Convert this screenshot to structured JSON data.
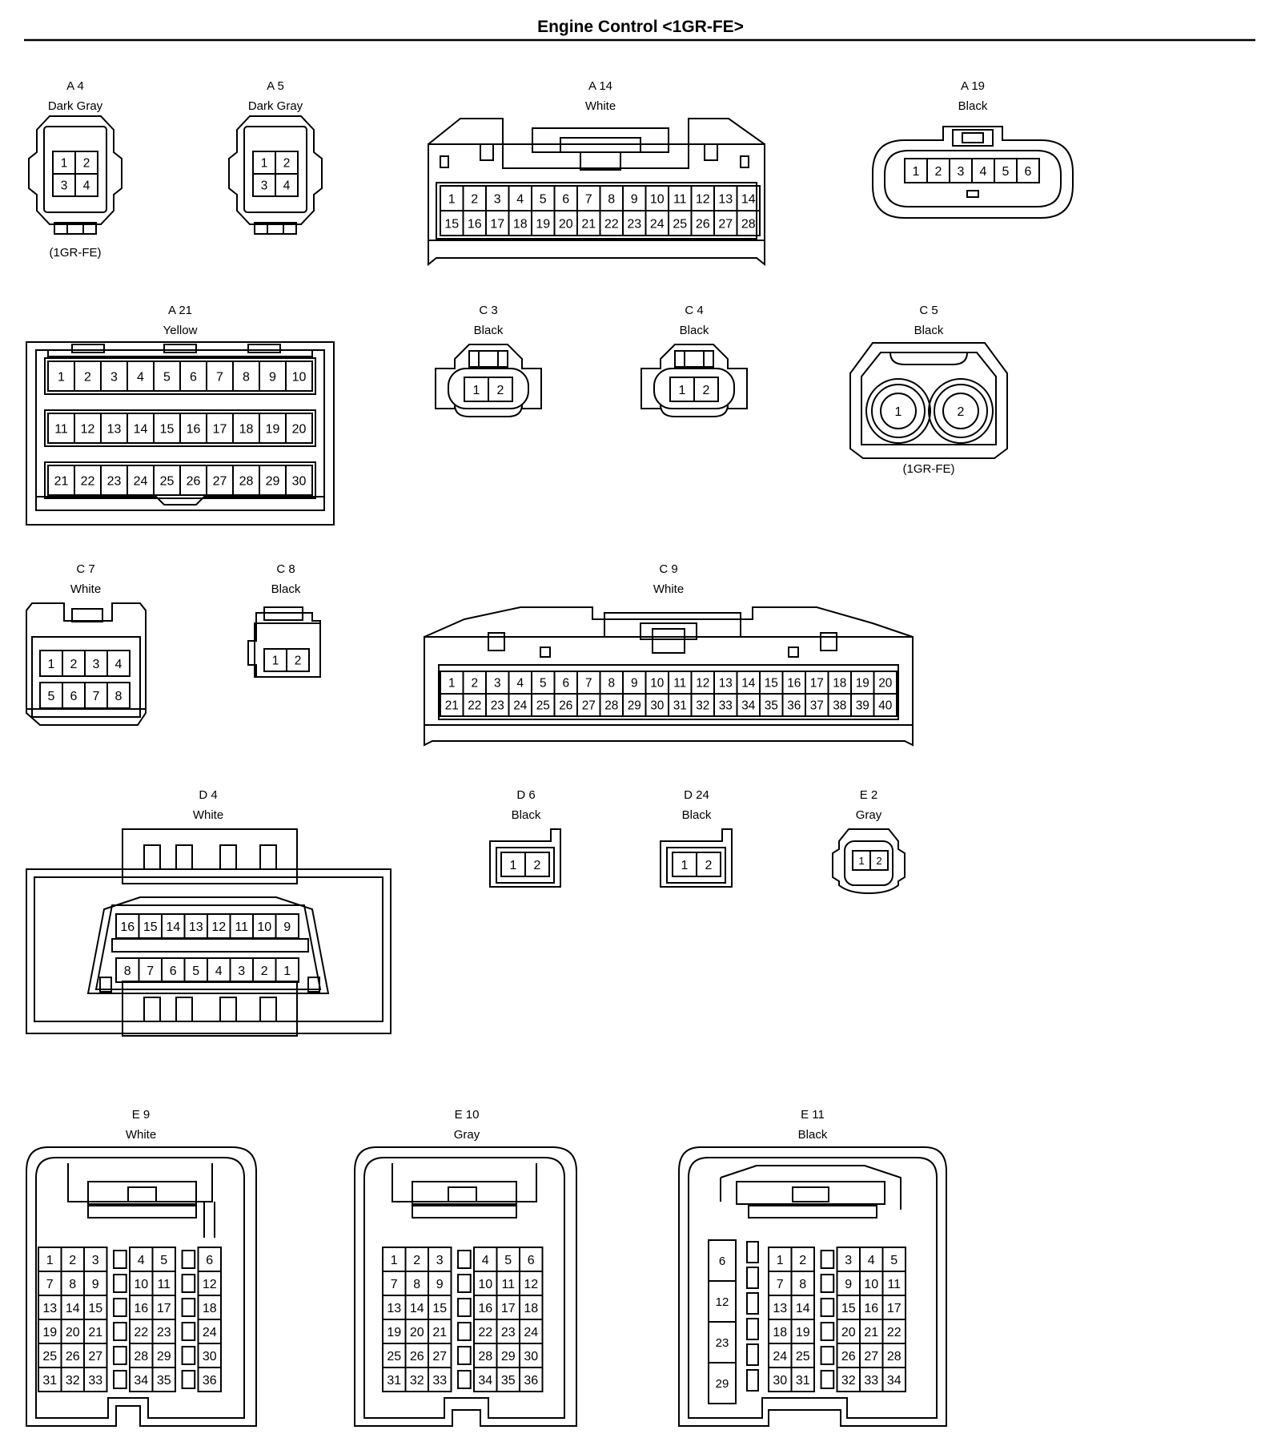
{
  "title": "Engine Control <1GR-FE>",
  "connectors": {
    "A4": {
      "code": "A 4",
      "color": "Dark Gray",
      "note": "(1GR-FE)",
      "pins": [
        "1",
        "2",
        "3",
        "4"
      ]
    },
    "A5": {
      "code": "A 5",
      "color": "Dark Gray",
      "pins": [
        "1",
        "2",
        "3",
        "4"
      ]
    },
    "A14": {
      "code": "A 14",
      "color": "White",
      "rows": [
        [
          "1",
          "2",
          "3",
          "4",
          "5",
          "6",
          "7",
          "8",
          "9",
          "10",
          "11",
          "12",
          "13",
          "14"
        ],
        [
          "15",
          "16",
          "17",
          "18",
          "19",
          "20",
          "21",
          "22",
          "23",
          "24",
          "25",
          "26",
          "27",
          "28"
        ]
      ]
    },
    "A19": {
      "code": "A 19",
      "color": "Black",
      "pins": [
        "1",
        "2",
        "3",
        "4",
        "5",
        "6"
      ]
    },
    "A21": {
      "code": "A 21",
      "color": "Yellow",
      "rows": [
        [
          "1",
          "2",
          "3",
          "4",
          "5",
          "6",
          "7",
          "8",
          "9",
          "10"
        ],
        [
          "11",
          "12",
          "13",
          "14",
          "15",
          "16",
          "17",
          "18",
          "19",
          "20"
        ],
        [
          "21",
          "22",
          "23",
          "24",
          "25",
          "26",
          "27",
          "28",
          "29",
          "30"
        ]
      ]
    },
    "C3": {
      "code": "C 3",
      "color": "Black",
      "pins": [
        "1",
        "2"
      ]
    },
    "C4": {
      "code": "C 4",
      "color": "Black",
      "pins": [
        "1",
        "2"
      ]
    },
    "C5": {
      "code": "C 5",
      "color": "Black",
      "note": "(1GR-FE)",
      "pins": [
        "1",
        "2"
      ]
    },
    "C7": {
      "code": "C 7",
      "color": "White",
      "rows": [
        [
          "1",
          "2",
          "3",
          "4"
        ],
        [
          "5",
          "6",
          "7",
          "8"
        ]
      ]
    },
    "C8": {
      "code": "C 8",
      "color": "Black",
      "pins": [
        "1",
        "2"
      ]
    },
    "C9": {
      "code": "C 9",
      "color": "White",
      "rows": [
        [
          "1",
          "2",
          "3",
          "4",
          "5",
          "6",
          "7",
          "8",
          "9",
          "10",
          "11",
          "12",
          "13",
          "14",
          "15",
          "16",
          "17",
          "18",
          "19",
          "20"
        ],
        [
          "21",
          "22",
          "23",
          "24",
          "25",
          "26",
          "27",
          "28",
          "29",
          "30",
          "31",
          "32",
          "33",
          "34",
          "35",
          "36",
          "37",
          "38",
          "39",
          "40"
        ]
      ]
    },
    "D4": {
      "code": "D 4",
      "color": "White",
      "rows": [
        [
          "16",
          "15",
          "14",
          "13",
          "12",
          "11",
          "10",
          "9"
        ],
        [
          "8",
          "7",
          "6",
          "5",
          "4",
          "3",
          "2",
          "1"
        ]
      ]
    },
    "D6": {
      "code": "D 6",
      "color": "Black",
      "pins": [
        "1",
        "2"
      ]
    },
    "D24": {
      "code": "D 24",
      "color": "Black",
      "pins": [
        "1",
        "2"
      ]
    },
    "E2": {
      "code": "E 2",
      "color": "Gray",
      "pins": [
        "1",
        "2"
      ]
    },
    "E9": {
      "code": "E 9",
      "color": "White",
      "rows": [
        [
          "1",
          "2",
          "3",
          "",
          "4",
          "5",
          "",
          "6"
        ],
        [
          "7",
          "8",
          "9",
          "",
          "10",
          "11",
          "",
          "12"
        ],
        [
          "13",
          "14",
          "15",
          "",
          "16",
          "17",
          "",
          "18"
        ],
        [
          "19",
          "20",
          "21",
          "",
          "22",
          "23",
          "",
          "24"
        ],
        [
          "25",
          "26",
          "27",
          "",
          "28",
          "29",
          "",
          "30"
        ],
        [
          "31",
          "32",
          "33",
          "",
          "34",
          "35",
          "",
          "36"
        ]
      ]
    },
    "E10": {
      "code": "E 10",
      "color": "Gray",
      "rows": [
        [
          "1",
          "2",
          "3",
          "",
          "4",
          "5",
          "6"
        ],
        [
          "7",
          "8",
          "9",
          "",
          "10",
          "11",
          "12"
        ],
        [
          "13",
          "14",
          "15",
          "",
          "16",
          "17",
          "18"
        ],
        [
          "19",
          "20",
          "21",
          "",
          "22",
          "23",
          "24"
        ],
        [
          "25",
          "26",
          "27",
          "",
          "28",
          "29",
          "30"
        ],
        [
          "31",
          "32",
          "33",
          "",
          "34",
          "35",
          "36"
        ]
      ]
    },
    "E11": {
      "code": "E 11",
      "color": "Black",
      "left": [
        "6",
        "12",
        "23",
        "29"
      ],
      "rows": [
        [
          "1",
          "2",
          "",
          "3",
          "4",
          "5"
        ],
        [
          "7",
          "8",
          "",
          "9",
          "10",
          "11"
        ],
        [
          "13",
          "14",
          "",
          "15",
          "16",
          "17"
        ],
        [
          "18",
          "19",
          "",
          "20",
          "21",
          "22"
        ],
        [
          "24",
          "25",
          "",
          "26",
          "27",
          "28"
        ],
        [
          "30",
          "31",
          "",
          "32",
          "33",
          "34"
        ]
      ]
    }
  }
}
